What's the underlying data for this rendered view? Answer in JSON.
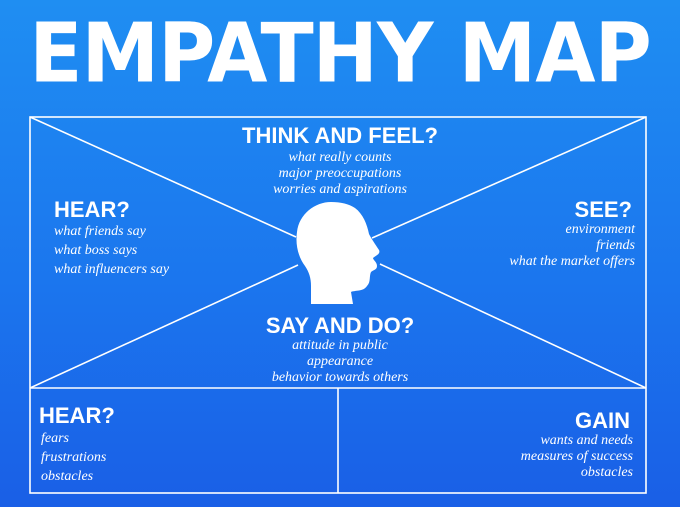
{
  "title": "EMPATHY MAP",
  "colors": {
    "background_top": "#1f8ef2",
    "background_bottom": "#1a5fe6",
    "foreground": "#ffffff"
  },
  "sections": {
    "think_feel": {
      "title": "THINK AND FEEL?",
      "items": [
        "what really counts",
        "major preoccupations",
        "worries and aspirations"
      ]
    },
    "hear": {
      "title": "HEAR?",
      "items": [
        "what friends say",
        "what boss says",
        "what influencers say"
      ]
    },
    "see": {
      "title": "SEE?",
      "items": [
        "environment",
        "friends",
        "what the market offers"
      ]
    },
    "say_do": {
      "title": "SAY AND DO?",
      "items": [
        "attitude in public",
        "appearance",
        "behavior towards others"
      ]
    },
    "pain": {
      "title": "HEAR?",
      "items": [
        "fears",
        "frustrations",
        "obstacles"
      ]
    },
    "gain": {
      "title": "GAIN",
      "items": [
        "wants and needs",
        "measures of success",
        "obstacles"
      ]
    }
  },
  "icons": {
    "center": "head-profile-icon"
  }
}
